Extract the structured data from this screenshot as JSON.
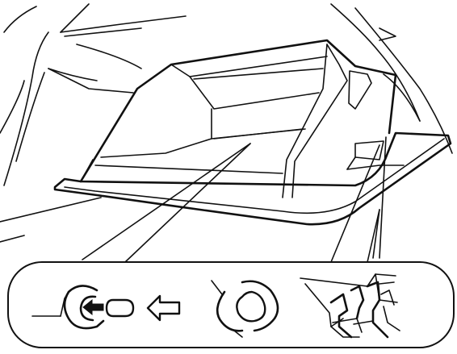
{
  "figure": {
    "subject": "glove-box-illustration",
    "detail_panel": {
      "steps": [
        "latch-pressed",
        "arrow-left",
        "latch-rotated",
        "hinge-clips"
      ]
    },
    "colors": {
      "line": "#111111",
      "background": "#ffffff"
    }
  }
}
